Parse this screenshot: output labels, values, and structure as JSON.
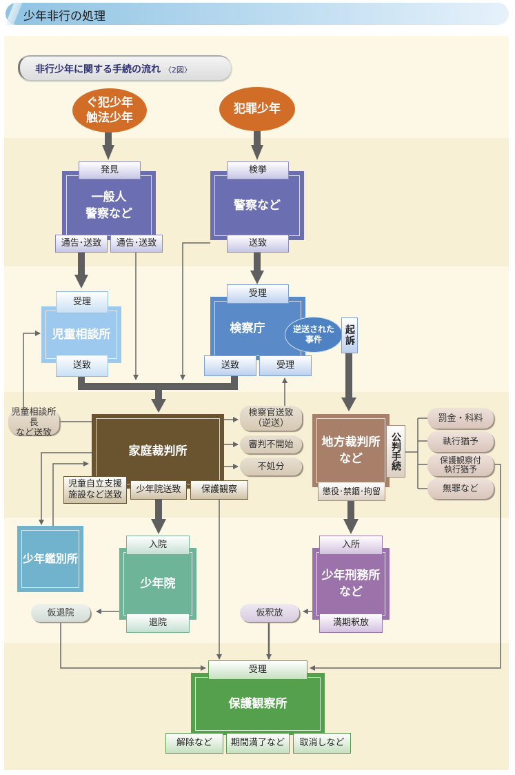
{
  "header": {
    "title": "少年非行の処理"
  },
  "figure": {
    "title": "非行少年に関する手続の流れ",
    "figure_no": "〈2図〉"
  },
  "colors": {
    "oval": "#d26d28",
    "police": "#6b6fb1",
    "prosecutor": "#5a8ac8",
    "child_guidance": "#9dc9ee",
    "family_court": "#6a5430",
    "district_court": "#a8806a",
    "classification_home": "#71b2cc",
    "training_school": "#6db498",
    "prison": "#9b72a9",
    "probation_office": "#55a04c",
    "arrow": "#5f5f5f"
  },
  "nodes": {
    "oval_left": {
      "line1": "ぐ犯少年",
      "line2": "触法少年"
    },
    "oval_right": {
      "label": "犯罪少年"
    },
    "public_police": {
      "tab_top": "発見",
      "line1": "一般人",
      "line2": "警察など",
      "tab_bottom_left": "通告･送致",
      "tab_bottom_right": "通告･送致"
    },
    "police": {
      "tab_top": "検挙",
      "label": "警察など",
      "tab_bottom": "送致"
    },
    "child_guidance": {
      "tab_top": "受理",
      "label": "児童相談所",
      "tab_bottom": "送致"
    },
    "prosecutor": {
      "tab_top": "受理",
      "label": "検察庁",
      "tab_bottom_left": "送致",
      "tab_bottom_right": "受理",
      "reversed_line1": "逆送された",
      "reversed_line2": "事件",
      "indictment": "起訴"
    },
    "family_court": {
      "label": "家庭裁判所",
      "from_guidance_line1": "児童相談所長",
      "from_guidance_line2": "など送致",
      "outcomes": [
        {
          "line1": "検察官送致",
          "line2": "（逆送）"
        },
        {
          "line1": "審判不開始",
          "line2": ""
        },
        {
          "line1": "不処分",
          "line2": ""
        }
      ],
      "tab_welfare_line1": "児童自立支援",
      "tab_welfare_line2": "施設など送致",
      "tab_training": "少年院送致",
      "tab_probation": "保護観察"
    },
    "district_court": {
      "line1": "地方裁判所",
      "line2": "など",
      "side_tab": "公判手続",
      "tab_bottom": "懲役･禁錮･拘留",
      "outcomes": [
        {
          "line1": "罰金・科料",
          "line2": ""
        },
        {
          "line1": "執行猶予",
          "line2": ""
        },
        {
          "line1": "保護観察付",
          "line2": "執行猶予"
        },
        {
          "line1": "無罪など",
          "line2": ""
        }
      ]
    },
    "classification_home": {
      "label": "少年鑑別所"
    },
    "training_school": {
      "tab_top": "入院",
      "label": "少年院",
      "tab_bottom": "退院",
      "parole": "仮退院"
    },
    "juvenile_prison": {
      "tab_top": "入所",
      "line1": "少年刑務所",
      "line2": "など",
      "tab_bottom": "満期釈放",
      "parole": "仮釈放"
    },
    "probation_office": {
      "tab_top": "受理",
      "label": "保護観察所",
      "tabs": [
        "解除など",
        "期間満了など",
        "取消しなど"
      ]
    }
  }
}
